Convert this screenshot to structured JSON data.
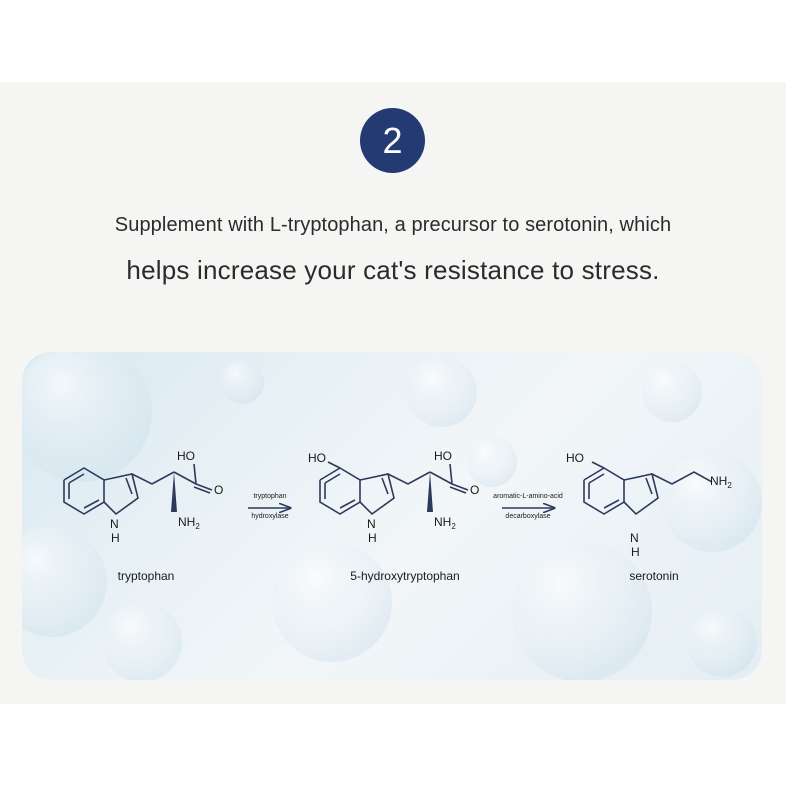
{
  "step": {
    "number": "2"
  },
  "intro": {
    "line1": "Supplement with L-tryptophan, a precursor to serotonin, which",
    "line2": "helps increase your cat's resistance to stress."
  },
  "pathway": {
    "molecules": [
      {
        "name": "tryptophan",
        "atoms": {
          "oh": "HO",
          "nh2": "NH",
          "nh2_sub": "2",
          "nh": "N",
          "h": "H"
        }
      },
      {
        "name": "5-hydroxytryptophan",
        "atoms": {
          "ho_ring": "HO",
          "oh": "HO",
          "nh2": "NH",
          "nh2_sub": "2",
          "nh": "N",
          "h": "H"
        }
      },
      {
        "name": "serotonin",
        "atoms": {
          "ho_ring": "HO",
          "nh2": "NH",
          "nh2_sub": "2",
          "nh": "N",
          "h": "H"
        }
      }
    ],
    "steps": [
      {
        "enzyme_line1": "tryptophan",
        "enzyme_line2": "hydroxylase"
      },
      {
        "enzyme_line1": "aromatic-L-amino-acid",
        "enzyme_line2": "decarboxylase"
      }
    ]
  },
  "colors": {
    "badge": "#243a73",
    "bond": "#2d3a5c",
    "card_bg": "#e6f0f5"
  }
}
